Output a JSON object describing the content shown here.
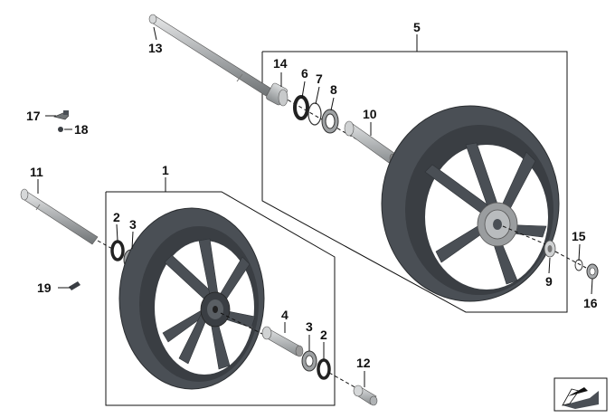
{
  "diagram": {
    "callouts": {
      "c1": "1",
      "c2a": "2",
      "c2b": "2",
      "c3a": "3",
      "c3b": "3",
      "c4": "4",
      "c5": "5",
      "c6": "6",
      "c7": "7",
      "c8": "8",
      "c9": "9",
      "c10": "10",
      "c11": "11",
      "c12": "12",
      "c13": "13",
      "c14": "14",
      "c15": "15",
      "c16": "16",
      "c17": "17",
      "c18": "18",
      "c19": "19"
    },
    "colors": {
      "wheel": "#4a4f55",
      "wheel_dark": "#2f3337",
      "hub_light": "#9a9d9f",
      "metal": "#b9bcbe",
      "line": "#111111"
    }
  }
}
